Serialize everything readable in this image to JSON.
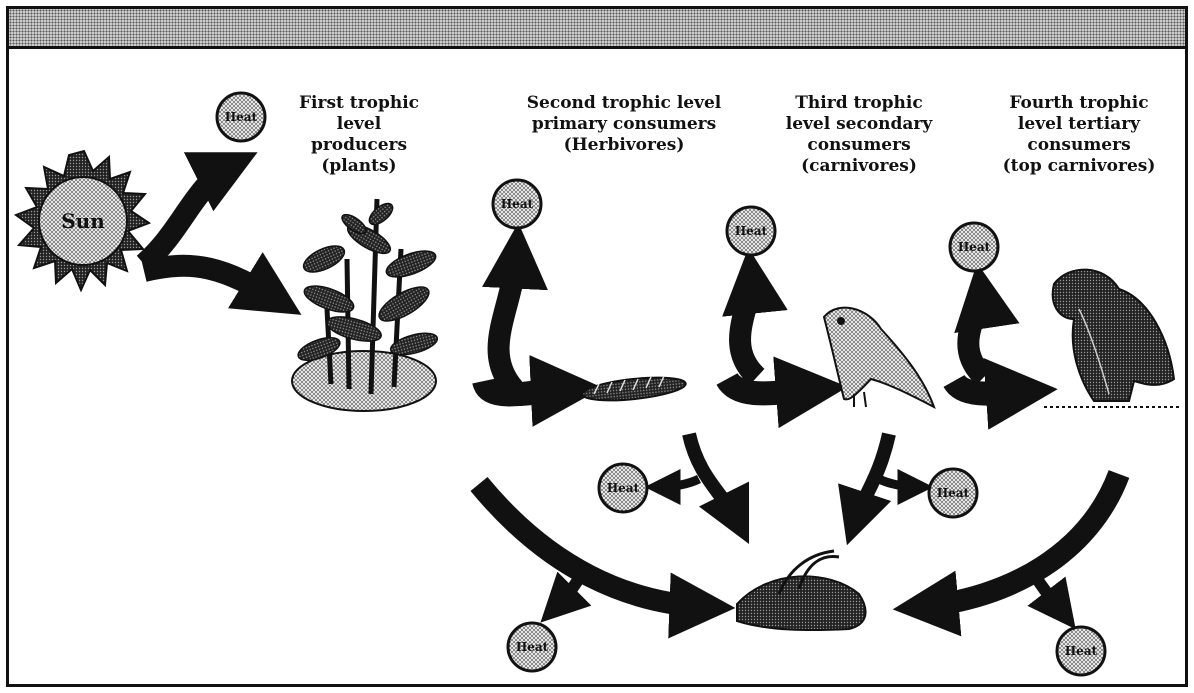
{
  "sun_label": "Sun",
  "heat_label": "Heat",
  "levels": [
    {
      "line1": "First trophic",
      "line2": "level producers",
      "line3": "(plants)",
      "line4": ""
    },
    {
      "line1": "Second trophic level",
      "line2": "primary consumers",
      "line3": "(Herbivores)",
      "line4": ""
    },
    {
      "line1": "Third trophic",
      "line2": "level  secondary",
      "line3": "consumers",
      "line4": "(carnivores)"
    },
    {
      "line1": "Fourth trophic",
      "line2": "level tertiary",
      "line3": "consumers",
      "line4": "(top carnivores)"
    }
  ],
  "colors": {
    "ink": "#111111",
    "stipple_light": "#e6e6e6",
    "stipple_dark": "#4a4a4a"
  }
}
